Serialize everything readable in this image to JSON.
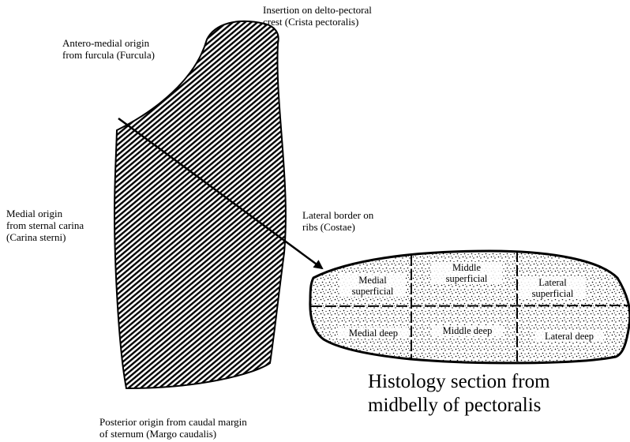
{
  "labels": {
    "insertion": [
      "Insertion on delto-pectoral",
      "crest (Crista pectoralis)"
    ],
    "antero_medial": [
      "Antero-medial origin",
      "from furcula (Furcula)"
    ],
    "medial_origin": [
      "Medial origin",
      "from sternal carina",
      "(Carina sterni)"
    ],
    "lateral_border": [
      "Lateral border on",
      "ribs (Costae)"
    ],
    "posterior_origin": [
      "Posterior origin from caudal margin",
      "of sternum (Margo caudalis)"
    ]
  },
  "section": {
    "segments": {
      "medial_superficial": [
        "Medial",
        "superficial"
      ],
      "middle_superficial": [
        "Middle",
        "superficial"
      ],
      "lateral_superficial": [
        "Lateral",
        "superficial"
      ],
      "medial_deep": [
        "Medial deep"
      ],
      "middle_deep": [
        "Middle deep"
      ],
      "lateral_deep": [
        "Lateral deep"
      ]
    },
    "caption": [
      "Histology section from",
      "midbelly of pectoralis"
    ]
  }
}
